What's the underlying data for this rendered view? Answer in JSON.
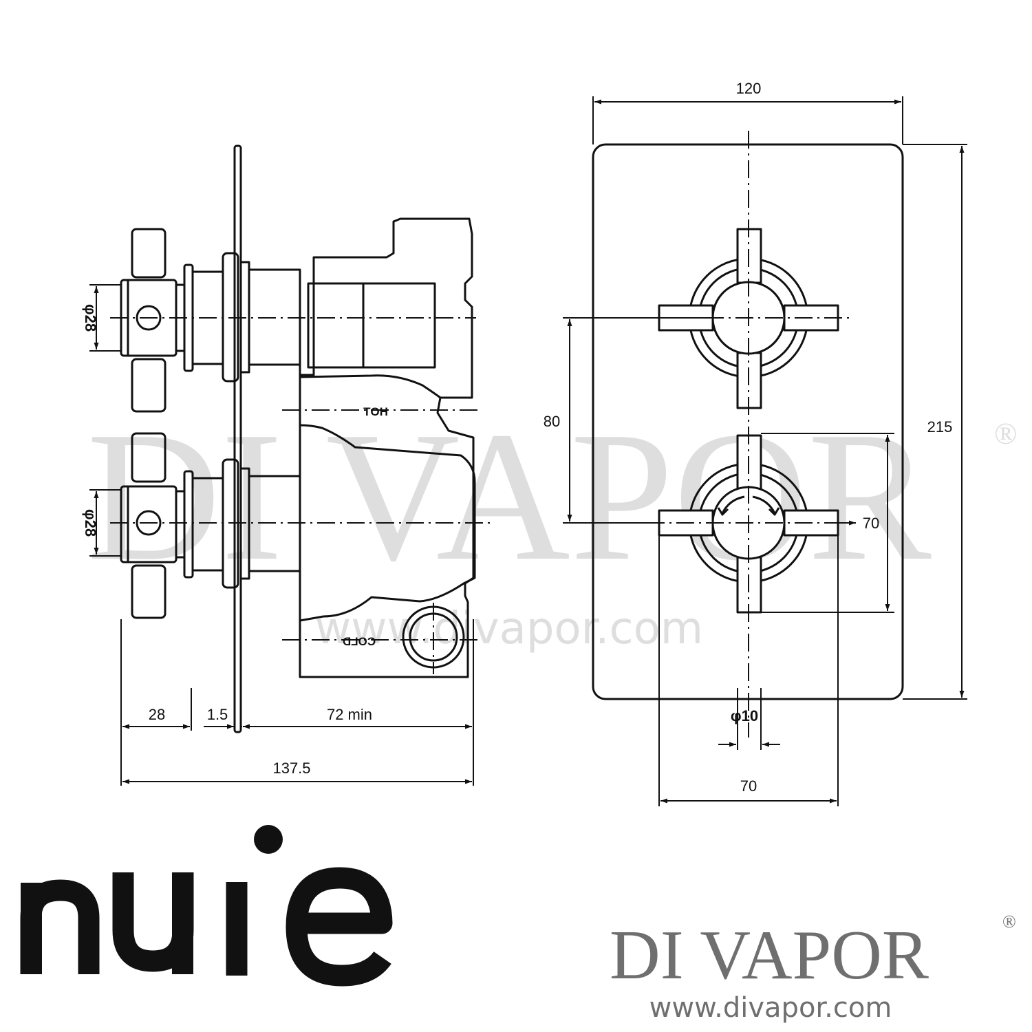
{
  "dimensions": {
    "side": {
      "handle_dia_top": "φ28",
      "handle_dia_bottom": "φ28",
      "label_hot": "HOT",
      "label_cold": "COLD",
      "handle_depth": "28",
      "plate_thickness": "1.5",
      "body_depth": "72 min",
      "overall_depth": "137.5"
    },
    "front": {
      "plate_width": "120",
      "plate_height": "215",
      "handle_spacing": "80",
      "handle_span_vertical": "70",
      "handle_span_horizontal": "70",
      "spindle_dia": "φ10"
    }
  },
  "branding": {
    "manufacturer_logo": "nuie",
    "retailer_logo": "DI VAPOR",
    "registered_mark": "®",
    "website": "www.divapor.com"
  },
  "watermark": {
    "text": "DI VAPOR",
    "registered_mark": "®",
    "website": "www.divapor.com"
  },
  "colors": {
    "line": "#111111",
    "watermark": "#dedede",
    "retailer_text": "#6f6f6f",
    "logo": "#111111"
  }
}
